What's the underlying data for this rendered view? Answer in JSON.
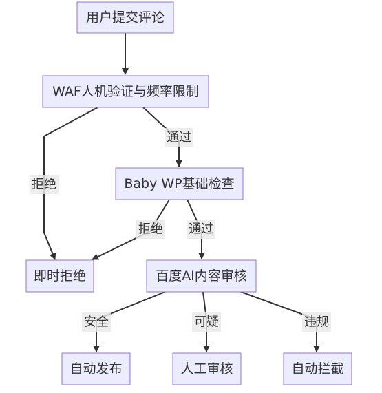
{
  "nodes": {
    "submit": "用户提交评论",
    "waf": "WAF人机验证与频率限制",
    "baby": "Baby WP基础检查",
    "reject": "即时拒绝",
    "baidu": "百度AI内容审核",
    "publish": "自动发布",
    "manual": "人工审核",
    "block": "自动拦截"
  },
  "edges": {
    "waf_reject": "拒绝",
    "waf_baby": "通过",
    "baby_reject": "拒绝",
    "baby_baidu": "通过",
    "baidu_publish": "安全",
    "baidu_manual": "可疑",
    "baidu_block": "违规"
  },
  "colors": {
    "node_fill": "#ECECFF",
    "node_stroke": "#9370DB",
    "edge": "#333333",
    "label_bg": "#e8e8e8"
  }
}
